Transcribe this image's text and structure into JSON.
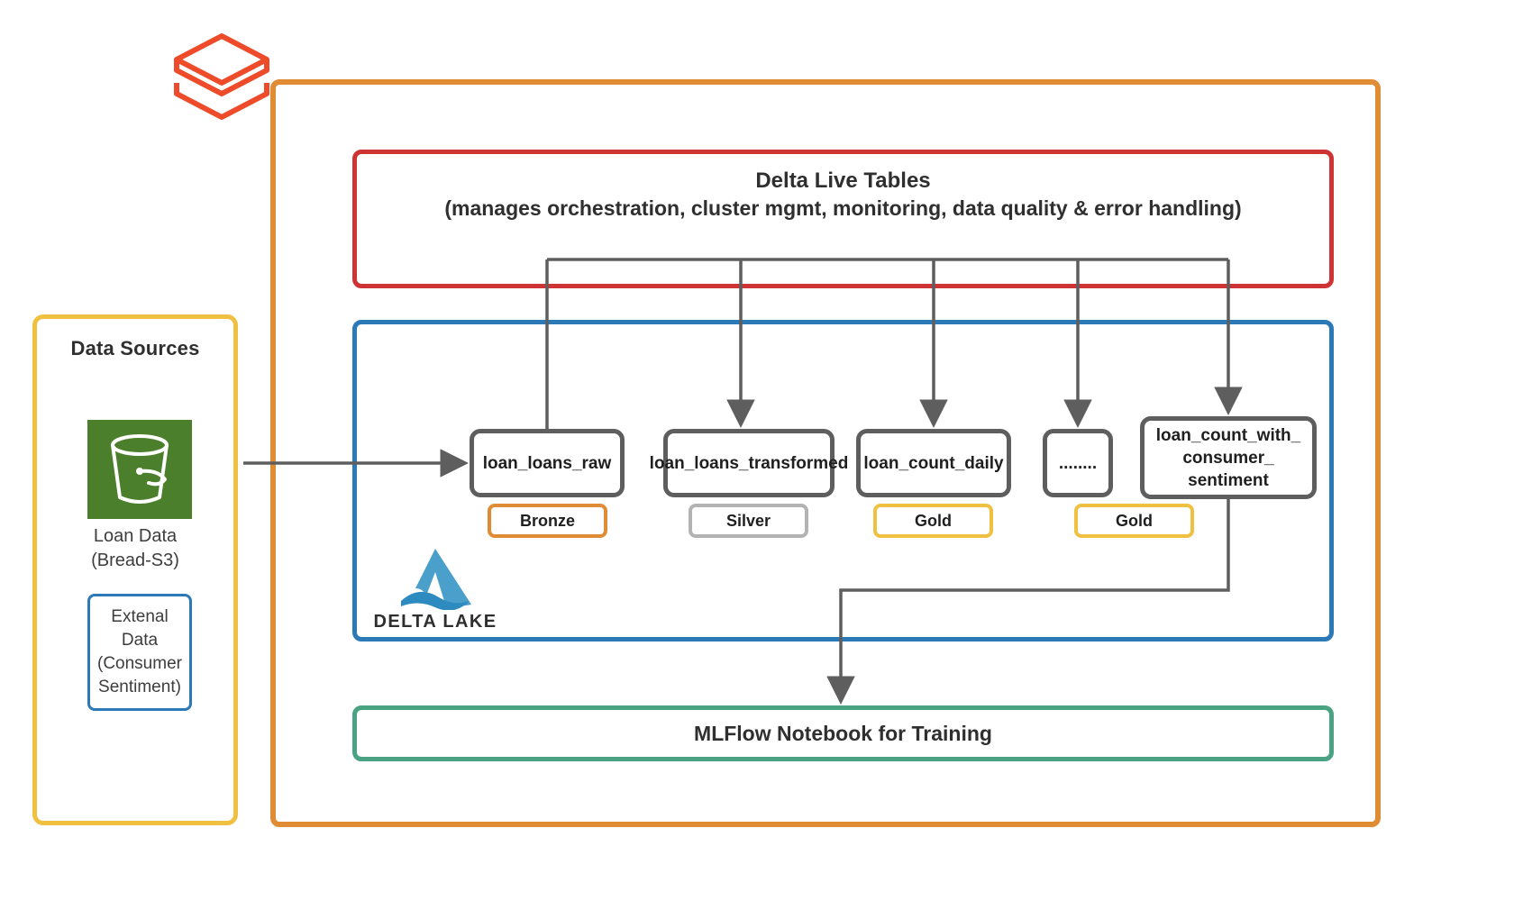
{
  "diagram": {
    "title": "Databricks Delta Live Tables Lakehouse Architecture",
    "logos": {
      "databricks": "databricks-logo",
      "delta_lake_mark": "delta-lake-triangle-wave-icon",
      "delta_lake_text": "DELTA LAKE",
      "s3_bucket": "s3-bucket-icon"
    },
    "colors": {
      "platform_orange": "#E08C35",
      "dlt_red": "#CE3434",
      "delta_lake_blue": "#2C79B8",
      "data_sources_yellow": "#F0C040",
      "mlflow_green": "#49A383",
      "node_gray": "#5E5E5E",
      "bronze": "#E08C35",
      "silver": "#B3B3B3",
      "gold": "#F0C040",
      "s3_green": "#4B7F2C",
      "databricks_red": "#EE4B2B"
    }
  },
  "data_sources": {
    "title": "Data Sources",
    "loan_data_label": "Loan Data\n(Bread-S3)",
    "external_data_label": "Extenal\nData\n(Consumer\nSentiment)"
  },
  "dlt": {
    "title": "Delta Live Tables",
    "subtitle": "(manages orchestration, cluster mgmt, monitoring, data quality & error handling)"
  },
  "delta_lake": {
    "wordmark": "DELTA LAKE"
  },
  "tables": [
    {
      "name": "loan_loans_raw",
      "badge": "Bronze",
      "badge_color": "#E08C35"
    },
    {
      "name": "loan_loans_transformed",
      "badge": "Silver",
      "badge_color": "#B3B3B3"
    },
    {
      "name": "loan_count_daily",
      "badge": "Gold",
      "badge_color": "#F0C040"
    },
    {
      "name": "........",
      "badge": "Gold",
      "badge_color": "#F0C040"
    },
    {
      "name": "loan_count_with_\nconsumer_\nsentiment",
      "badge": "",
      "badge_color": ""
    }
  ],
  "mlflow": {
    "label": "MLFlow Notebook for Training"
  }
}
